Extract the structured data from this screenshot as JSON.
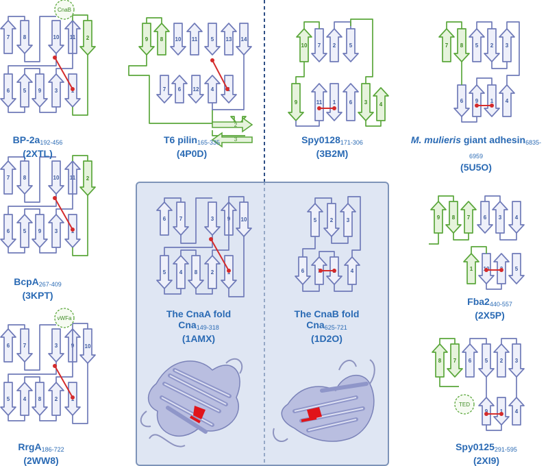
{
  "colors": {
    "strand_blue": "#9aa4d6",
    "strand_stroke": "#6f7ab8",
    "strand_green": "#7fc060",
    "green_stroke": "#5aa63a",
    "iso": "#d42b2b",
    "caption": "#2a6ab4",
    "panel_bg": "#dfe6f3",
    "panel_border": "#7d93b8"
  },
  "captions": {
    "bp2a": {
      "name": "BP-2a",
      "sub": "192-456",
      "code": "(2XTL)"
    },
    "bcpa": {
      "name": "BcpA",
      "sub": "267-409",
      "code": "(3KPT)"
    },
    "rrga": {
      "name": "RrgA",
      "sub": "186-722",
      "code": "(2WW8)"
    },
    "t6": {
      "name": "T6 pilin",
      "sub": "165-335",
      "code": "(4P0D)"
    },
    "spy0128": {
      "name": "Spy0128",
      "sub": "171-306",
      "code": "(3B2M)"
    },
    "mmul": {
      "name_it": "M. mulieris",
      "name": " giant adhesin",
      "sub": "6835-6959",
      "code": "(5U5O)"
    },
    "fba2": {
      "name": "Fba2",
      "sub": "440-557",
      "code": "(2X5P)"
    },
    "spy0125": {
      "name": "Spy0125",
      "sub": "291-595",
      "code": "(2XI9)"
    },
    "cnaa": {
      "title": "The CnaA fold",
      "name": "Cna",
      "sub": "149-318",
      "code": "(1AMX)"
    },
    "cnab": {
      "title": "The CnaB fold",
      "name": "Cna",
      "sub": "625-721",
      "code": "(1D2O)"
    }
  },
  "bubbles": {
    "cnab": "CnaB",
    "vwfa": "vWFa",
    "ted": "TED"
  },
  "strands": {
    "bp2a": [
      "7",
      "8",
      "10",
      "11",
      "2",
      "6",
      "5",
      "9",
      "3",
      "1"
    ],
    "bcpa": [
      "7",
      "8",
      "10",
      "11",
      "2",
      "6",
      "5",
      "9",
      "3",
      "1"
    ],
    "rrga": [
      "6",
      "7",
      "3",
      "9",
      "10",
      "5",
      "4",
      "8",
      "2",
      "1"
    ],
    "t6": [
      "9",
      "8",
      "10",
      "11",
      "5",
      "13",
      "14",
      "7",
      "6",
      "12",
      "4",
      "1",
      "2",
      "3"
    ],
    "spy0128": [
      "10",
      "7",
      "2",
      "5",
      "9",
      "11",
      "1",
      "6",
      "3",
      "4"
    ],
    "mmul": [
      "7",
      "8",
      "5",
      "2",
      "3",
      "6",
      "9",
      "1",
      "4"
    ],
    "cnaa": [
      "6",
      "7",
      "3",
      "9",
      "10",
      "5",
      "4",
      "8",
      "2",
      "1"
    ],
    "cnab": [
      "5",
      "2",
      "3",
      "6",
      "7",
      "1",
      "4"
    ],
    "fba2": [
      "9",
      "8",
      "7",
      "6",
      "3",
      "4",
      "1",
      "10",
      "2",
      "5"
    ],
    "spy0125": [
      "8",
      "7",
      "6",
      "5",
      "2",
      "3",
      "9",
      "1",
      "4"
    ]
  }
}
